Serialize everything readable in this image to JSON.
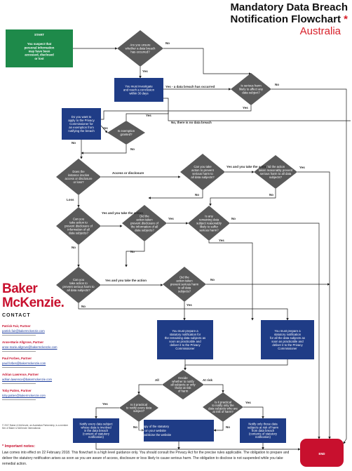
{
  "title": {
    "line1": "Mandatory Data Breach",
    "line2": "Notification Flowchart",
    "star": "*",
    "country": "Australia"
  },
  "colors": {
    "navy": "#1f3c86",
    "teal": "#1e8a4a",
    "red": "#c8102e",
    "grey": "#5a5a5a"
  },
  "flow": {
    "start_label": "START",
    "start_text": [
      "You suspect that",
      "personal information",
      "may have been",
      "accessed, disclosed",
      "or lost"
    ],
    "end_label": "END",
    "q_unsure": [
      "Are you unsure",
      "whether a data breach",
      "has occurred?"
    ],
    "investigate": [
      "You must investigate",
      "and reach a conclusion",
      "within 30 days"
    ],
    "breach_occurred": "Yes - a data breach has occurred",
    "q_serious": [
      "Is serious harm",
      "likely to affect any",
      "data subject?"
    ],
    "no_breach": "No, there is no data breach",
    "apply_exempt": [
      "Do you want to",
      "apply to the Privacy",
      "Commissioner for",
      "an exemption from",
      "notifying the breach"
    ],
    "q_granted": [
      "Is exemption",
      "granted?"
    ],
    "q_instance": [
      "Does the",
      "instance involve",
      "access or disclosure",
      "or loss?"
    ],
    "access_or_disclosure": "Access or disclosure",
    "loss": "Loss",
    "q_prevent1": [
      "Can you take",
      "action to prevent",
      "serious harm to",
      "all data subjects?"
    ],
    "yes_took_action1": "Yes and you take the action",
    "q_reasonably1": [
      "Did the action",
      "taken reasonably prevent",
      "serious harm to all data",
      "subjects?"
    ],
    "q_prevent2": [
      "Can you",
      "take action to",
      "prevent disclosure of",
      "information of all",
      "data subjects?"
    ],
    "yes_took_action2": "Yes and you take the action",
    "q_prevented_disc": [
      "Did the",
      "action taken",
      "prevent disclosure of",
      "the information of all",
      "data subjects?"
    ],
    "q_remaining": [
      "Is any",
      "remaining data",
      "subject reasonably",
      "likely to suffer",
      "serious harm?"
    ],
    "q_prevent3": [
      "Can you",
      "take action to",
      "prevent serious harm to",
      "all data subjects?"
    ],
    "yes_took_action3": "Yes and you take the action",
    "q_prevented_harm": [
      "Did the",
      "action taken",
      "prevent serious harm",
      "to all data",
      "subjects?"
    ],
    "prepare_remaining": [
      "You must prepare a",
      "statutory notification for",
      "the remaining data subjects as",
      "soon as practicable and",
      "deliver it to the Privacy",
      "Commissioner"
    ],
    "prepare_all": [
      "You must prepare a",
      "statutory notification",
      "for all the data subjects as",
      "soon as practicable and",
      "deliver it to the Privacy",
      "Commissioner"
    ],
    "q_notify_all": [
      "Decide",
      "whether to notify",
      "all subjects or only",
      "those at risk",
      "of harm"
    ],
    "q_practical_all": [
      "Is it practical",
      "to notify every data",
      "subject?"
    ],
    "q_practical_risk": [
      "Is it practical",
      "to notify only the",
      "data subjects who are",
      "at risk of harm?"
    ],
    "notify_every": [
      "Notify every data subject",
      "whose data is involved",
      "in the data breach",
      "(content of statutory",
      "notification)"
    ],
    "publish": [
      "• Publish a copy of the statutory",
      "   notification on your website",
      "• Reasonably publicise the website"
    ],
    "notify_risk": [
      "Notify only those data",
      "subjects at risk of harm",
      "from data breach",
      "(contents of statutory",
      "notification)"
    ],
    "yes": "Yes",
    "no": "No",
    "all": "All",
    "at_risk": "At risk"
  },
  "brand": {
    "line1": "Baker",
    "line2": "McKenzie."
  },
  "contact": {
    "heading": "CONTACT",
    "people": [
      {
        "name": "Patrick Fair, Partner",
        "email": "patrick.fair@bakermckenzie.com"
      },
      {
        "name": "Anne-Marie Allgrove, Partner",
        "email": "anne-marie.allgrove@bakermckenzie.com"
      },
      {
        "name": "Paul Forbes, Partner",
        "email": "paul.forbes@bakermckenzie.com"
      },
      {
        "name": "Adrian Lawrence, Partner",
        "email": "adrian.lawrence@bakermckenzie.com"
      },
      {
        "name": "Toby Patten, Partner",
        "email": "toby.patten@bakermckenzie.com"
      }
    ],
    "copyright": "© 2017 Baker & McKenzie, an Australian Partnership, is a member firm of Baker & McKenzie International."
  },
  "notes": {
    "heading": "* Important notes:",
    "body": "Law  comes into effect on 22 February 2018. This flowchart is a high level guidance only. You should consult the Privacy Act for the precise rules applicable. The obligation to prepare  and deliver the statutory notification arises as soon as you are aware of access, disclosure or loss likely to cause serious harm. The obligation to disclose is not suspended while you take remedial action."
  }
}
